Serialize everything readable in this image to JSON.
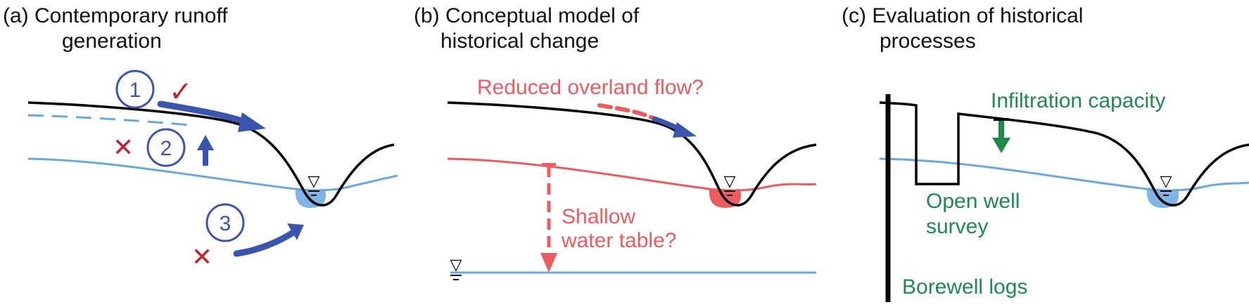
{
  "panels": {
    "a": {
      "title_line1": "(a) Contemporary runoff",
      "title_line2": "generation",
      "markers": [
        "1",
        "2",
        "3"
      ],
      "check": "✓",
      "cross": "✕"
    },
    "b": {
      "title_line1": "(b) Conceptual model of",
      "title_line2": "historical change",
      "label_overland": "Reduced overland flow?",
      "label_shallow_line1": "Shallow",
      "label_shallow_line2": "water table?"
    },
    "c": {
      "title_line1": "(c) Evaluation of historical",
      "title_line2": "processes",
      "label_infiltration": "Infiltration capacity",
      "label_openwell_line1": "Open well",
      "label_openwell_line2": "survey",
      "label_borewell": "Borewell logs"
    }
  },
  "water_symbol": "▽",
  "colors": {
    "ground": "#000000",
    "water": "#6aa7dd",
    "water_fill": "#7fb4e6",
    "flow_arrow": "#3a55b0",
    "red": "#ee5b5f",
    "dark_red": "#c0262d",
    "green": "#1f8a4c"
  }
}
